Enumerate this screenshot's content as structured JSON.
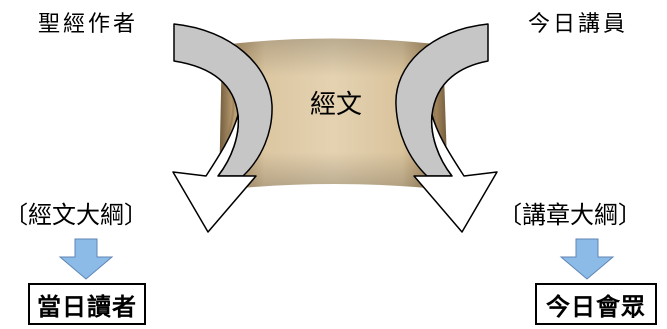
{
  "labels": {
    "scripture_author": "聖經作者",
    "today_speaker": "今日講員",
    "scripture_text": "經文",
    "scripture_outline": "〔經文大綱〕",
    "sermon_outline": "〔講章大綱〕",
    "original_readers": "當日讀者",
    "today_audience": "今日會眾"
  },
  "colors": {
    "curved_arrow_gray": "#c6c6c6",
    "curved_arrow_outline": "#000000",
    "down_arrow_blue": "#8cbbe8",
    "scroll_paper": "#d6c09a",
    "scroll_shadow": "#7a6548"
  },
  "icons": {
    "scroll": "parchment-scroll-icon",
    "down_arrow": "arrow-down-icon",
    "curved_arrow": "curved-arrow-icon"
  }
}
